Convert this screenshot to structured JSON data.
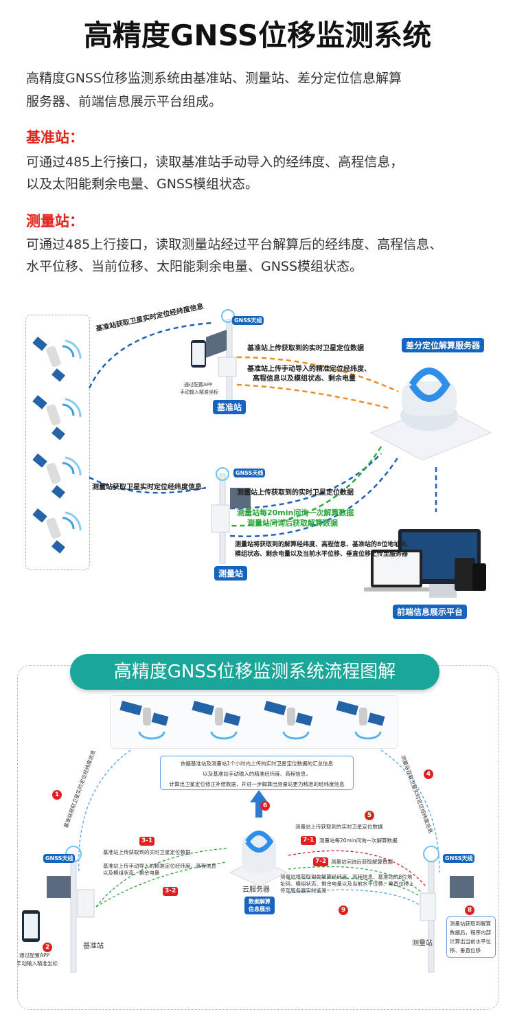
{
  "title": "高精度GNSS位移监测系统",
  "intro": [
    "高精度GNSS位移监测系统由基准站、测量站、差分定位信息解算",
    "服务器、前端信息展示平台组成。"
  ],
  "base_station": {
    "heading": "基准站：",
    "lines": [
      "可通过485上行接口，读取基准站手动导入的经纬度、高程信息，",
      "以及太阳能剩余电量、GNSS模组状态。"
    ]
  },
  "measure_station": {
    "heading": "测量站：",
    "lines": [
      "可通过485上行接口，读取测量站经过平台解算后的经纬度、高程信息、",
      "水平位移、当前位移、太阳能剩余电量、GNSS模组状态。"
    ]
  },
  "diagram1": {
    "gnss_antenna": "GNSS天线",
    "base_label": "基准站",
    "measure_label": "测量站",
    "server_label": "差分定位解算服务器",
    "platform_label": "前端信息展示平台",
    "app_note": [
      "通过配置APP",
      "手动输入精准坐标"
    ],
    "arrows": {
      "base_get": "基准站获取卫星实时定位经纬度信息",
      "base_upload": "基准站上传获取到的实时卫星定位数据",
      "base_manual": [
        "基准站上传手动导入的精准定位经纬度、",
        "高程信息以及模组状态、剩余电量"
      ],
      "measure_get": "测量站获取卫星实时定位经纬度信息",
      "measure_upload": "测量站上传获取到的实时卫星定位数据",
      "measure_poll": [
        "测量站每20min问询一次解算数据",
        "测量站问询后获取解算数据"
      ],
      "measure_send": [
        "测量站将获取到的解算经纬度、高程信息、基准站的8位地址码、",
        "模组状态、剩余电量以及当前水平位移、垂直位移上传至服务器"
      ]
    }
  },
  "diagram2": {
    "title": "高精度GNSS位移监测系统流程图解",
    "summary": [
      "依据基准站及测量站1个小时内上传的实时卫星定位数据的汇总信息",
      "以及基准站手动输入的精准经纬度、高程信息，",
      "计算出卫星定位修正补偿数据，并进一步解算出测量站更为精准的经纬度信息"
    ],
    "gnss_antenna": "GNSS天线",
    "base_label": "基准站",
    "measure_label": "测量站",
    "cloud_label": "云服务器",
    "cloud_badge": [
      "数据解算",
      "信息展示"
    ],
    "app_note": [
      "通过配置APP",
      "手动输入精准坐标"
    ],
    "steps": [
      {
        "n": "1",
        "text": "基准站获取卫星实时定位经纬度信息"
      },
      {
        "n": "2",
        "text": ""
      },
      {
        "n": "3-1",
        "text": "基准站上传获取到的实时卫星定位数据"
      },
      {
        "n": "3-2",
        "text": "基准站上传手动导入的精准定位经纬度、高程信息 以及模组状态、剩余电量"
      },
      {
        "n": "4",
        "text": "测量站获取卫星实时定位经纬度信息"
      },
      {
        "n": "5",
        "text": "测量站上传获取到的实时卫星定位数据"
      },
      {
        "n": "6",
        "text": ""
      },
      {
        "n": "7-1",
        "text": "测量站每20min问询一次解算数据"
      },
      {
        "n": "7-2",
        "text": "测量站问询后获取解算数据"
      },
      {
        "n": "8",
        "text": "测量站获取到解算数据后，程序内部计算出当前水平位移、垂直位移"
      },
      {
        "n": "9",
        "text": "测量站将获取到的解算经纬度、高程信息、基准站的8位地址码、模组状态、剩余电量以及当前水平位移、垂直位移上传至服务器实时监测"
      }
    ]
  }
}
